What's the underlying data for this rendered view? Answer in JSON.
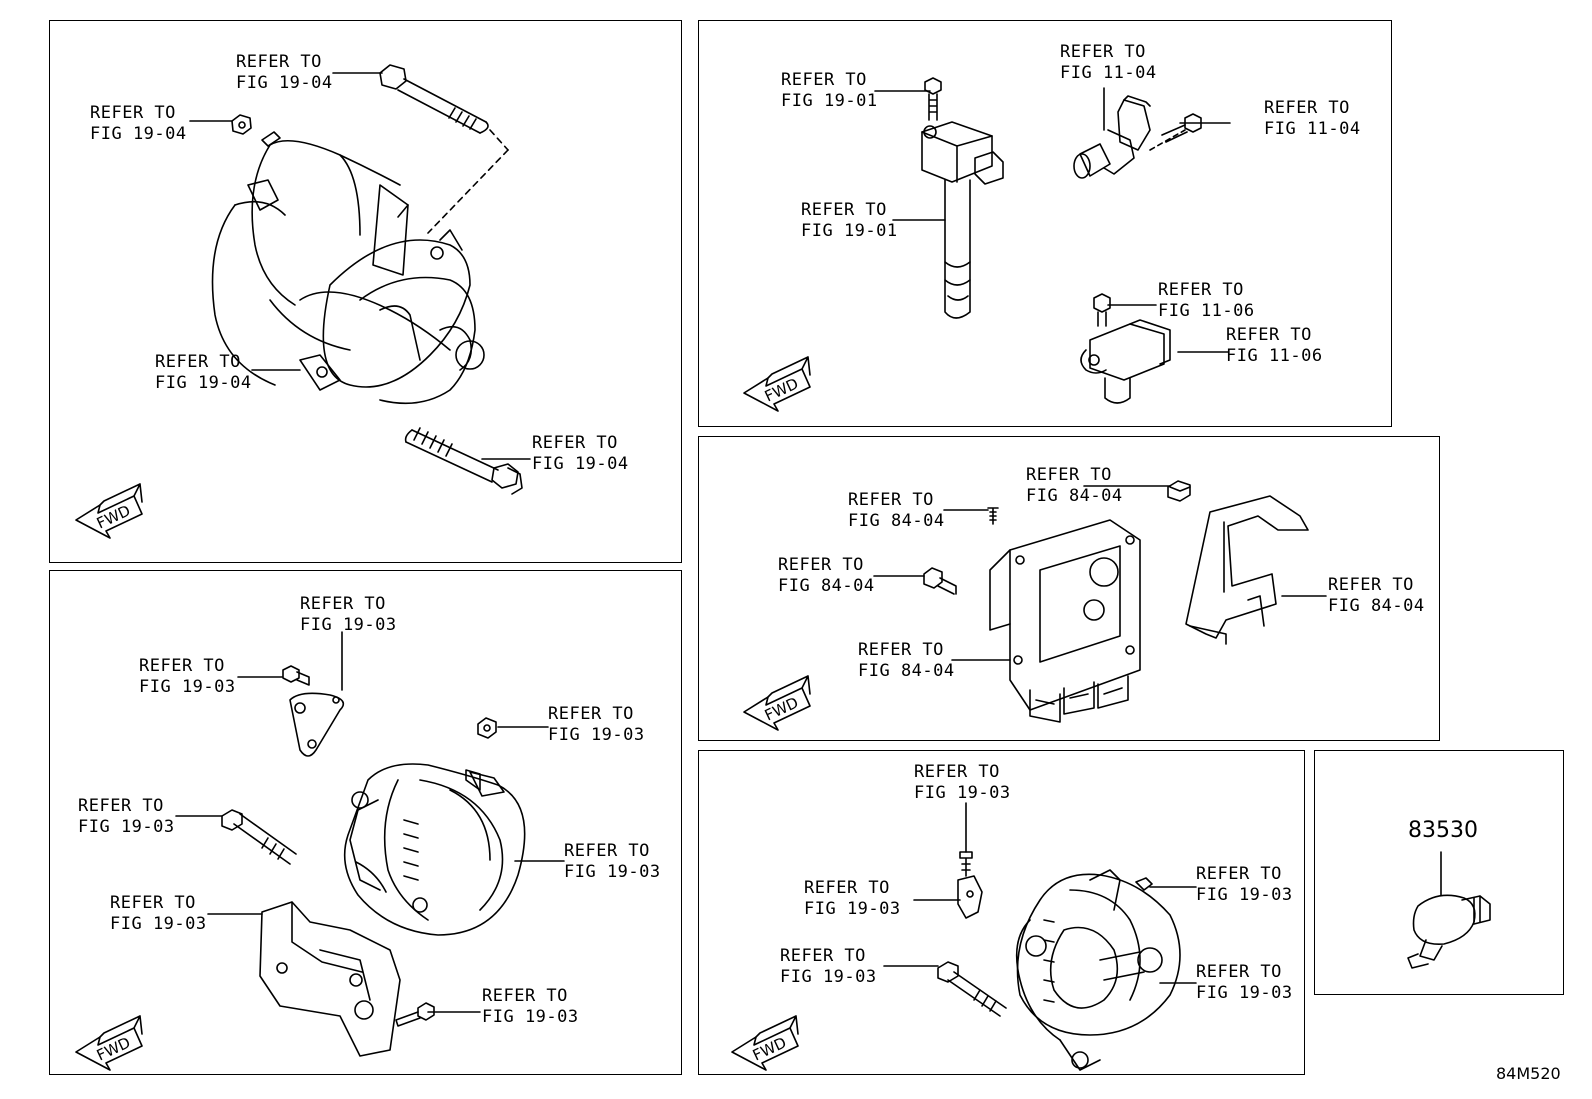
{
  "refer": "REFER TO",
  "panels": {
    "starter": {
      "labels": [
        "FIG 19-04",
        "FIG 19-04",
        "FIG 19-04",
        "FIG 19-04"
      ],
      "fwd": "FWD"
    },
    "ignition": {
      "labels": [
        "FIG 19-01",
        "FIG 19-01",
        "FIG 11-04",
        "FIG 11-04",
        "FIG 11-06",
        "FIG 11-06"
      ],
      "fwd": "FWD"
    },
    "alternator1": {
      "labels": [
        "FIG 19-03",
        "FIG 19-03",
        "FIG 19-03",
        "FIG 19-03",
        "FIG 19-03",
        "FIG 19-03",
        "FIG 19-03"
      ],
      "fwd": "FWD"
    },
    "ecu": {
      "labels": [
        "FIG 84-04",
        "FIG 84-04",
        "FIG 84-04",
        "FIG 84-04",
        "FIG 84-04"
      ],
      "fwd": "FWD"
    },
    "alternator2": {
      "labels": [
        "FIG 19-03",
        "FIG 19-03",
        "FIG 19-03",
        "FIG 19-03",
        "FIG 19-03"
      ],
      "fwd": "FWD"
    },
    "switch": {
      "part_number": "83530"
    }
  },
  "diagram_code": "84M520"
}
